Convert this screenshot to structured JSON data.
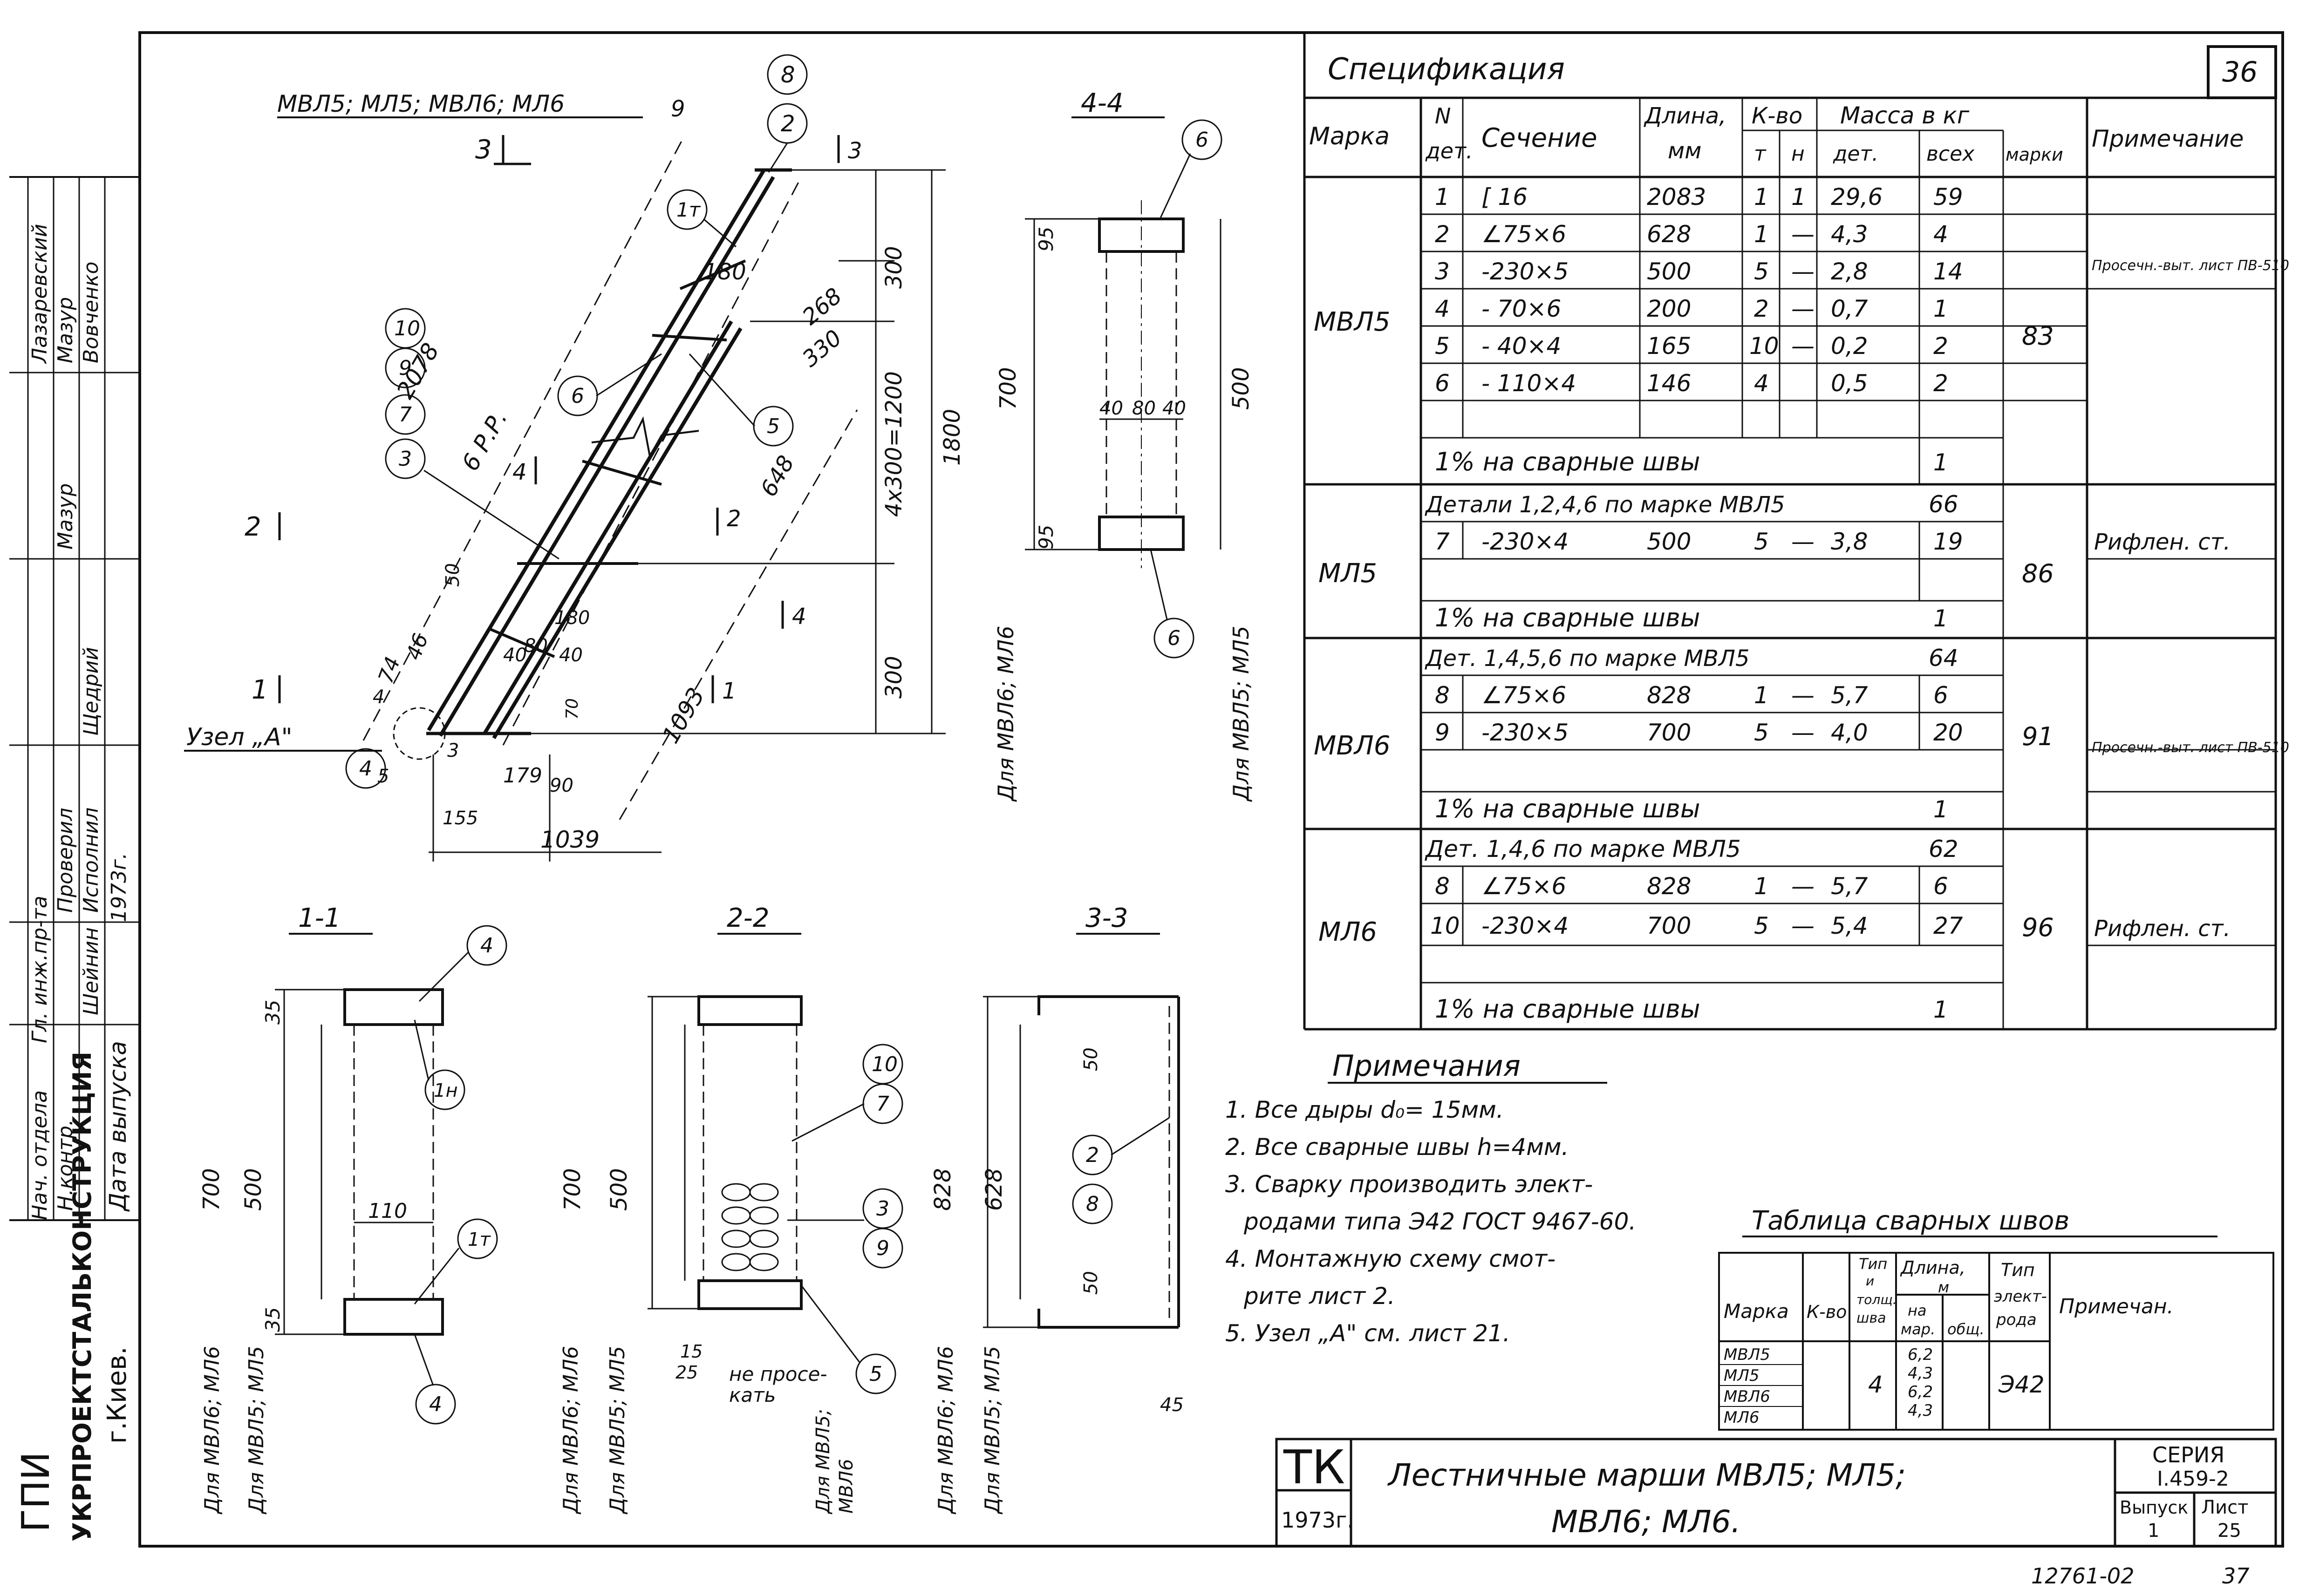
{
  "sheet_number": "36",
  "view_titles": {
    "main": "МВЛ5; МЛ5; МВЛ6; МЛ6",
    "s44": "4-4",
    "s11": "1-1",
    "s22": "2-2",
    "s33": "3-3"
  },
  "section_marks": {
    "m3": "3",
    "m2": "2",
    "m1": "1",
    "m4": "4"
  },
  "node_label": "Узел „А\"",
  "balloons": [
    "8",
    "2",
    "1т",
    "10",
    "9",
    "7",
    "3",
    "6",
    "5",
    "4",
    "6",
    "6",
    "4",
    "1н",
    "1т",
    "4",
    "10",
    "7",
    "3",
    "9",
    "5",
    "2",
    "8"
  ],
  "dimensions": {
    "main": [
      "9",
      "180",
      "268",
      "300",
      "330",
      "2078",
      "6 Р.Р.",
      "648",
      "4х300=1200",
      "1800",
      "50",
      "40",
      "80",
      "40",
      "180",
      "74",
      "46",
      "4",
      "1093",
      "300",
      "70",
      "90",
      "3",
      "179",
      "5",
      "155",
      "1039"
    ],
    "s44": [
      "95",
      "95",
      "700",
      "500",
      "40",
      "80",
      "40"
    ],
    "s11": [
      "35",
      "35",
      "700",
      "500",
      "110"
    ],
    "s22": [
      "700",
      "500",
      "15",
      "25"
    ],
    "s33": [
      "828",
      "628",
      "50",
      "50",
      "45"
    ]
  },
  "side_labels": {
    "s44_a": "Для МВЛ6; МЛ6",
    "s44_b": "Для МВЛ5; МЛ5",
    "s11_a": "Для МВЛ6; МЛ6",
    "s11_b": "Для МВЛ5; МЛ5",
    "s22_a": "Для МВЛ6; МЛ6",
    "s22_b": "Для МВЛ5; МЛ5",
    "s22_c": "Для МВЛ5;",
    "s22_d": "МВЛ6",
    "s33_a": "Для МВЛ6; МЛ6",
    "s33_b": "Для МВЛ5; МЛ5"
  },
  "not_weld_note": {
    "line1": "не просе-",
    "line2": "кать"
  },
  "spec": {
    "title": "Спецификация",
    "headers": {
      "mark": "Марка",
      "det1": "N",
      "det2": "дет.",
      "section": "Сечение",
      "len1": "Длина,",
      "len2": "мм",
      "qty": "К-во",
      "t": "т",
      "n": "н",
      "mass": "Масса в кг",
      "mdet": "дет.",
      "mall": "всех",
      "mmark": "марки",
      "note": "Примечание"
    },
    "groups": [
      {
        "mark": "МВЛ5",
        "total": "83",
        "lines": [
          {
            "cells": [
              "1",
              "[ 16",
              "2083",
              "1",
              "1",
              "29,6",
              "59"
            ],
            "note": ""
          },
          {
            "cells": [
              "2",
              "∠75×6",
              "628",
              "1",
              "—",
              "4,3",
              "4"
            ],
            "note": "Просечн.-выт. лист ПВ-510"
          },
          {
            "cells": [
              "3",
              "-230×5",
              "500",
              "5",
              "—",
              "2,8",
              "14"
            ],
            "note": ""
          },
          {
            "cells": [
              "4",
              "- 70×6",
              "200",
              "2",
              "—",
              "0,7",
              "1"
            ],
            "note": ""
          },
          {
            "cells": [
              "5",
              "- 40×4",
              "165",
              "10",
              "—",
              "0,2",
              "2"
            ],
            "note": ""
          },
          {
            "cells": [
              "6",
              "- 110×4",
              "146",
              "4",
              "",
              "0,5",
              "2"
            ],
            "note": ""
          }
        ],
        "weld": {
          "text": "1% на сварные швы",
          "value": "1"
        }
      },
      {
        "mark": "МЛ5",
        "total": "86",
        "ref": {
          "text": "Детали 1,2,4,6 по марке МВЛ5",
          "value": "66"
        },
        "lines": [
          {
            "cells": [
              "7",
              "-230×4",
              "500",
              "5",
              "—",
              "3,8",
              "19"
            ],
            "note": "Рифлен. ст."
          }
        ],
        "weld": {
          "text": "1% на сварные швы",
          "value": "1"
        }
      },
      {
        "mark": "МВЛ6",
        "total": "91",
        "ref": {
          "text": "Дет. 1,4,5,6 по марке МВЛ5",
          "value": "64"
        },
        "lines": [
          {
            "cells": [
              "8",
              "∠75×6",
              "828",
              "1",
              "—",
              "5,7",
              "6"
            ],
            "note": ""
          },
          {
            "cells": [
              "9",
              "-230×5",
              "700",
              "5",
              "—",
              "4,0",
              "20"
            ],
            "note": "Просечн.-выт. лист ПВ-510"
          }
        ],
        "weld": {
          "text": "1% на сварные швы",
          "value": "1"
        }
      },
      {
        "mark": "МЛ6",
        "total": "96",
        "ref": {
          "text": "Дет. 1,4,6 по марке МВЛ5",
          "value": "62"
        },
        "lines": [
          {
            "cells": [
              "8",
              "∠75×6",
              "828",
              "1",
              "—",
              "5,7",
              "6"
            ],
            "note": ""
          },
          {
            "cells": [
              "10",
              "-230×4",
              "700",
              "5",
              "—",
              "5,4",
              "27"
            ],
            "note": "Рифлен. ст."
          }
        ],
        "weld": {
          "text": "1% на сварные швы",
          "value": "1"
        }
      }
    ]
  },
  "notes": {
    "title": "Примечания",
    "lines": [
      "1. Все дыры  d₀= 15мм.",
      "2. Все сварные швы h=4мм.",
      "3. Сварку производить элект-",
      "   родами типа Э42 ГОСТ 9467-60.",
      "4. Монтажную схему смот-",
      "   рите лист 2.",
      "5. Узел „А\" см. лист 21."
    ]
  },
  "weld_table": {
    "title": "Таблица сварных швов",
    "headers": {
      "mark": "Марка",
      "qty": "К-во",
      "type1": "Тип",
      "type2": "и",
      "type3": "толщ.",
      "type4": "шва",
      "len1": "Длина,",
      "len2": "м",
      "len3": "на",
      "len4": "мар.",
      "len5": "общ.",
      "el1": "Тип",
      "el2": "элект-",
      "el3": "рода",
      "note": "Примечан."
    },
    "marks": [
      "МВЛ5",
      "МЛ5",
      "МВЛ6",
      "МЛ6"
    ],
    "lengths": [
      "6,2",
      "4,3",
      "6,2",
      "4,3"
    ],
    "weld_type": "4",
    "electrode": "Э42"
  },
  "title_block": {
    "org_tk": "ТК",
    "year_box": "1973г.",
    "title_line1": "Лестничные марши  МВЛ5;  МЛ5;",
    "title_line2": "МВЛ6;  МЛ6.",
    "series_label": "СЕРИЯ",
    "series_value": "I.459-2",
    "issue_label": "Выпуск",
    "issue_value": "1",
    "sheet_label": "Лист",
    "sheet_value": "25"
  },
  "left_stamp": {
    "org1": "ГПИ",
    "org2": "УКРПРОЕКТСТАЛЬКОНСТРУКЦИЯ",
    "city": "г.Киев.",
    "date_label": "Дата выпуска",
    "year": "1973г.",
    "roles": [
      "Нач. отдела",
      "Гл. инж.пр-та",
      "Н.контр.",
      "Проверил",
      "Исполнил"
    ],
    "names": [
      "Мазур",
      "Щедрий",
      "Шейнин",
      "Лазаревский",
      "Мазур",
      "Вовченко"
    ]
  },
  "bottom_code": "12761-02",
  "bottom_page": "37"
}
